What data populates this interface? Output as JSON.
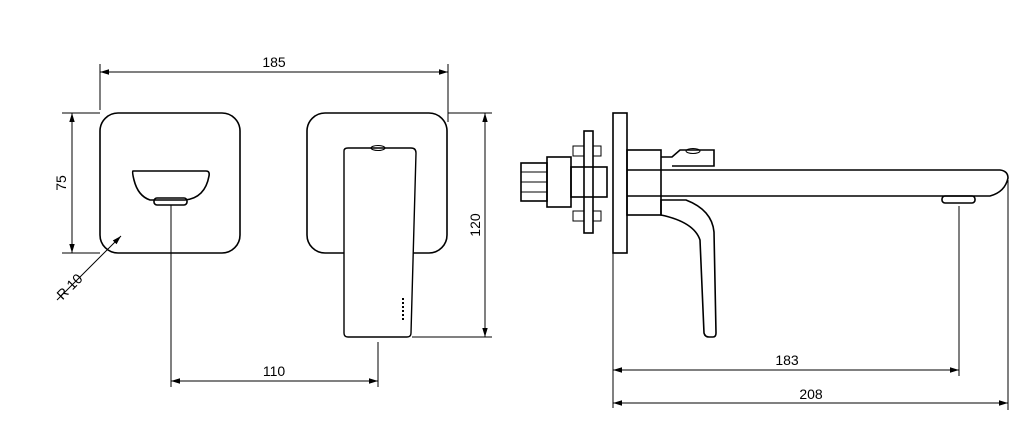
{
  "drawing": {
    "dimensions": {
      "overall_width": "185",
      "plate_height": "75",
      "corner_radius": "R 10",
      "spout_offset": "110",
      "total_height": "120",
      "spout_reach": "183",
      "total_depth": "208"
    },
    "icons": [
      "arrow-icon"
    ]
  }
}
